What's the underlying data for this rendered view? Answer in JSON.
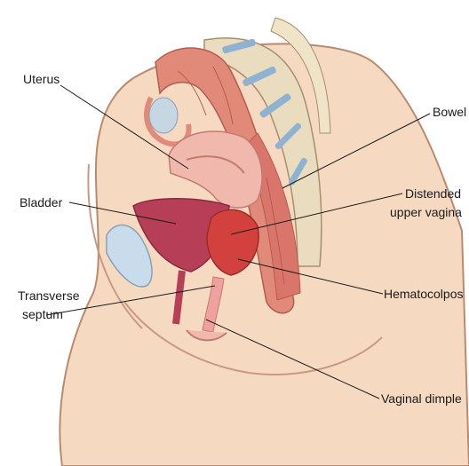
{
  "labels": {
    "uterus": "Uterus",
    "bowel": "Bowel",
    "bladder": "Bladder",
    "distended_l1": "Distended",
    "distended_l2": "upper vagina",
    "hematocolpos": "Hematocolpos",
    "transverse_l1": "Transverse",
    "transverse_l2": "septum",
    "vaginal_dimple": "Vaginal dimple"
  },
  "colors": {
    "background": "#ffffff",
    "skin": "#f6d9c1",
    "skin_outline": "#b98a72",
    "bowel": "#e28a7a",
    "uterus": "#f1b8ae",
    "bladder": "#b73e57",
    "hematocolpos": "#d3413f",
    "vertebra": "#e9dcbf",
    "disc": "#8fb2d3",
    "pubic_bone": "#c8dcec"
  }
}
